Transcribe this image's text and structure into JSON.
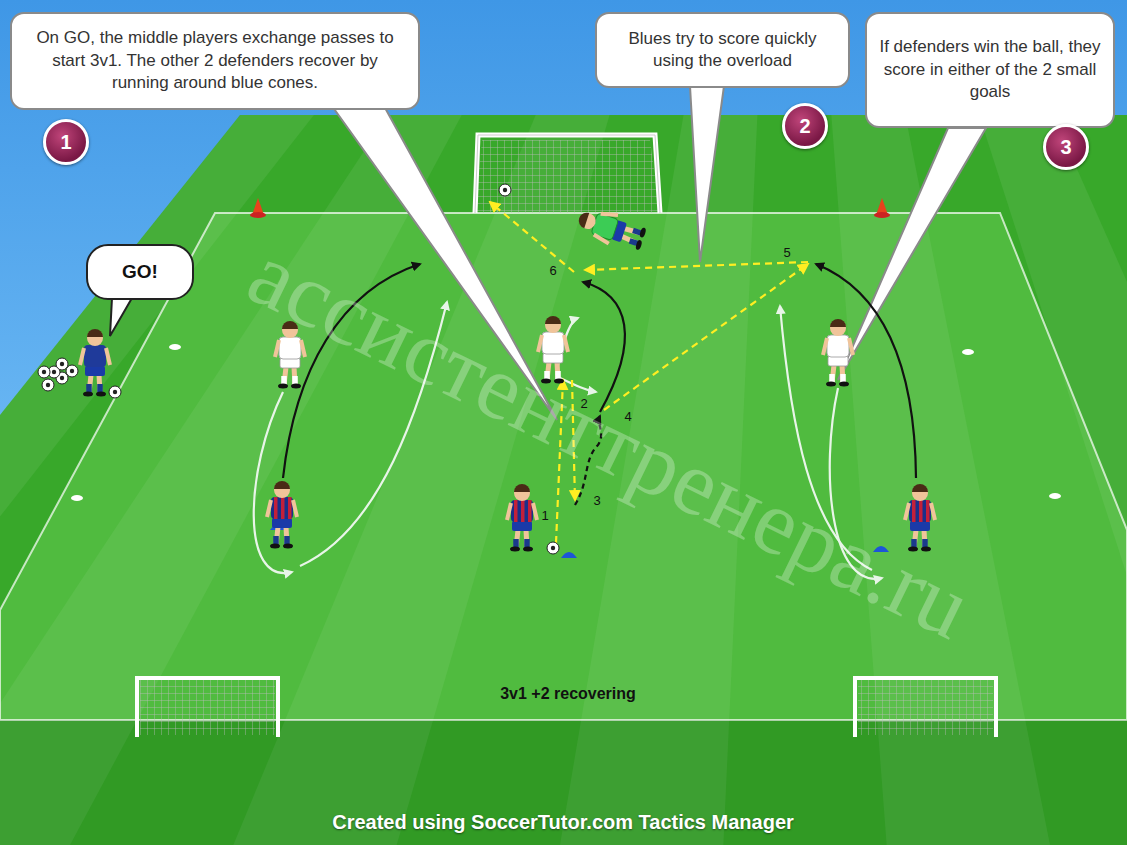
{
  "diagram": {
    "nodes": [
      {
        "text": [
          "On GO, the middle players exchange passes to start 3v1. The other 2 defenders recover by running around blue cones."
        ]
      },
      {
        "text": [
          "1"
        ]
      },
      {
        "text": [
          "Blues try to score quickly using the overload"
        ]
      },
      {
        "text": [
          "2"
        ]
      },
      {
        "text": [
          "If defenders win the ball, they score in either of the 2 small goals"
        ]
      },
      {
        "text": [
          "3"
        ]
      },
      {
        "text": [
          "GO!"
        ]
      }
    ],
    "labels": [
      "1",
      "2",
      "3",
      "4",
      "5",
      "6",
      "3v1 +2 recovering",
      "Created using SoccerTutor.com Tactics Manager",
      "ассистенттренера.ru"
    ]
  }
}
